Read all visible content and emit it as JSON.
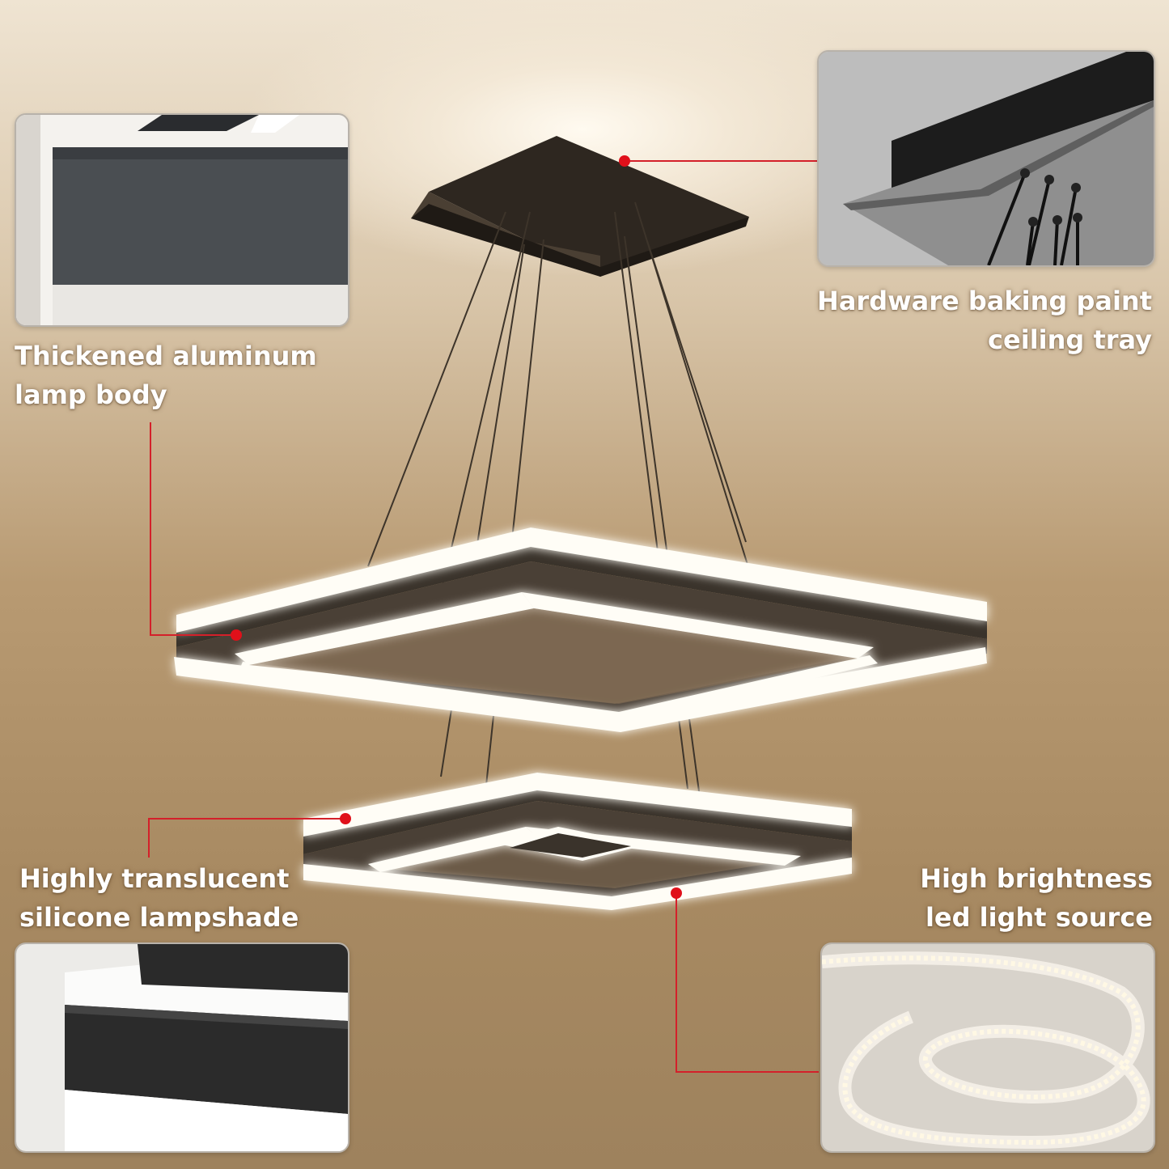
{
  "annotations": {
    "aluminum_body": {
      "lines": [
        "Thickened aluminum",
        "lamp body"
      ]
    },
    "ceiling_tray": {
      "lines": [
        "Hardware baking paint",
        "ceiling tray"
      ]
    },
    "lampshade": {
      "lines": [
        "Highly translucent",
        "silicone lampshade"
      ]
    },
    "led_source": {
      "lines": [
        "High brightness",
        "led light source"
      ]
    }
  },
  "colors": {
    "callout_line": "#d4202a",
    "callout_dot": "#e0101a",
    "lamp_body": "#3a332b",
    "light_diffuser": "#fffdf6"
  },
  "icons": {
    "callout_dot": "red-dot-marker",
    "inset_photos": [
      "aluminum-profile-closeup",
      "ceiling-tray-closeup",
      "lampshade-closeup",
      "led-strip-closeup"
    ]
  }
}
